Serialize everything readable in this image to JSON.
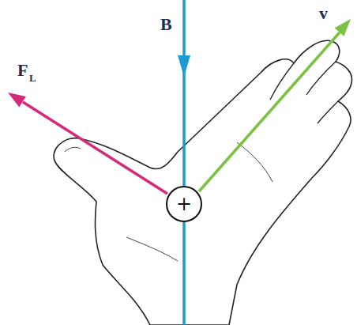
{
  "diagram": {
    "nodes": [
      {
        "text": [
          "+"
        ]
      }
    ],
    "labels": [
      "B",
      "v",
      "F",
      "L"
    ]
  }
}
